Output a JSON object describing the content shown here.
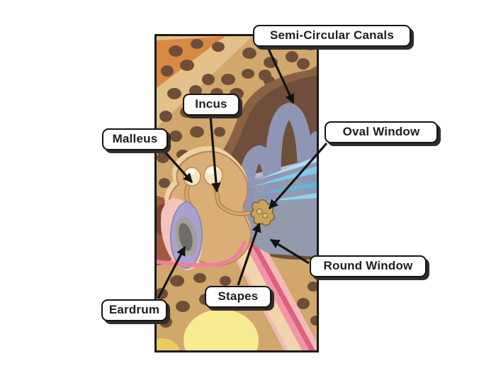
{
  "labels": {
    "semi_circular_canals": "Semi-Circular Canals",
    "incus": "Incus",
    "malleus": "Malleus",
    "oval_window": "Oval Window",
    "round_window": "Round Window",
    "stapes": "Stapes",
    "eardrum": "Eardrum"
  },
  "colors": {
    "background": "#ffffff",
    "panel_border": "#1a1a1a",
    "bone_tan": "#d2a76b",
    "spot_brown": "#6f4e39",
    "dark_brown": "#6f4f3b",
    "canal_blue_gray": "#8f96b4",
    "vestibule_gray": "#939aad",
    "nerve_light_blue": "#7bcbe9",
    "cavity_tan": "#dcae77",
    "eardrum_lavender": "#a9a2ce",
    "eardrum_gray": "#6e6d6b",
    "membrane_pink": "#ef7f9c",
    "fat_yellow": "#f8ec92",
    "label_background": "#ffffff",
    "label_text": "#1d1d1d",
    "arrow": "#141414"
  }
}
